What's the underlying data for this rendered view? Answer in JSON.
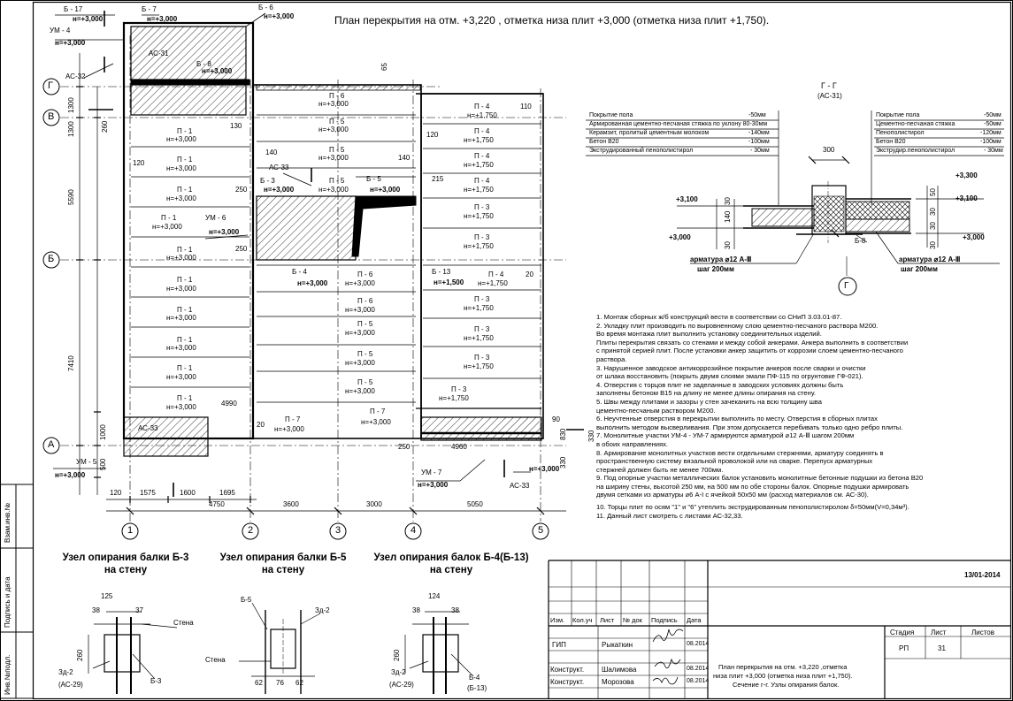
{
  "plan_title": "План перекрытия на отм. +3,220 , отметка низа плит +3,000 (отметка низа плит +1,750).",
  "axes": {
    "rows": [
      "Г",
      "В",
      "Б",
      "А"
    ],
    "cols": [
      "1",
      "2",
      "3",
      "4",
      "5"
    ]
  },
  "dims": {
    "left": [
      "1300",
      "260",
      "5590",
      "7410",
      "1000",
      "500"
    ],
    "bottom_top": [
      "120",
      "1575",
      "1600",
      "1695"
    ],
    "bottom": [
      "4750",
      "3600",
      "3000",
      "5050"
    ],
    "top_right": "65",
    "misc": [
      "250",
      "4960",
      "130",
      "120",
      "250",
      "250",
      "140",
      "140",
      "110",
      "120",
      "215",
      "20",
      "4990",
      "20",
      "90",
      "830",
      "330",
      "330",
      "1300"
    ]
  },
  "beams": {
    "b17": "Б - 17",
    "b7": "Б - 7",
    "b6": "Б - 6",
    "b8": "Б - 8",
    "b3": "Б - 3",
    "b5": "Б - 5",
    "b4": "Б - 4",
    "b13": "Б - 13",
    "um4": "УМ - 4",
    "um5": "УМ - 5",
    "um6": "УМ - 6",
    "um7": "УМ - 7",
    "as32": "АС-32",
    "as33a": "АС-33",
    "as33b": "АС-33",
    "as33c": "АС-33",
    "as31": "АС-31",
    "mark3000": "н=+3,000",
    "mark1750": "н=+1,750",
    "mark1500": "н=+1,500"
  },
  "slabs": {
    "p1": "П - 1",
    "p3": "П - 3",
    "p4": "П - 4",
    "p5": "П - 5",
    "p6": "П - 6",
    "p7": "П - 7"
  },
  "section": {
    "title": "Г - Г",
    "ref": "(АС-31)",
    "layers_left": [
      [
        "Покрытие пола",
        "-50мм"
      ],
      [
        "Армированная цементно-песчаная стяжка по уклону 80-30мм",
        ""
      ],
      [
        "Керамзит, пролитый цементным молоком",
        "-140мм"
      ],
      [
        "Бетон  В20",
        "-100мм"
      ],
      [
        "Экструдированный пенополистирол",
        "- 30мм"
      ]
    ],
    "layers_right": [
      [
        "Покрытие пола",
        "-50мм"
      ],
      [
        "Цементно-песчаная стяжка",
        "-50мм"
      ],
      [
        "Пенополистирол",
        "-120мм"
      ],
      [
        "Бетон  В20",
        "-100мм"
      ],
      [
        "Экструдир.пенополистирол",
        "- 30мм"
      ]
    ],
    "dim_300": "300",
    "marks": [
      "+3,100",
      "+3,000",
      "+3,300",
      "+3,100",
      "+3,000"
    ],
    "dims_small": [
      "30",
      "140",
      "30",
      "30",
      "50",
      "30",
      "30"
    ],
    "beam": "Б-8",
    "rebar": "арматура ⌀12 А-Ⅲ",
    "step": "шаг 200мм",
    "axis": "Г"
  },
  "notes": [
    "1. Монтаж сборных ж/б конструкций вести в соответствии со СНиП 3.03.01-87.",
    "2. Укладку плит производить по выровненному слою цементно-песчаного раствора М200.",
    "   Во время монтажа плит выполнить установку соединительных изделий.",
    "   Плиты перекрытия связать со стенами и между собой анкерами. Анкера выполнить в соответствии",
    "   с принятой серией плит.  После установки анкер защитить от коррозии слоем цементно-песчаного",
    "   раствора.",
    "3. Нарушенное заводское антикоррозийное покрытие анкеров после сварки и очистки",
    "   от шлака восстановить (покрыть двумя слоями эмали ПФ-115 по огрунтовке ГФ-021).",
    "4. Отверстия с торцов плит не заделанные в заводских условиях должны быть",
    "   заполнены бетоном В15 на длину не менее длины опирания на стену.",
    "5. Швы между плитами и зазоры у стен зачеканить на всю толщину шва",
    "   цементно-песчаным раствором М200.",
    "6. Неучтенные отверстия в перекрытии выполнить по месту. Отверстия в сборных плитах",
    "   выполнить методом высверливания. При этом допускается перебивать только одно ребро плиты.",
    "7. Монолитные участки УМ-4 - УМ-7  армируются арматурой ⌀12 А-Ⅲ шагом 200мм",
    "   в обоих направлениях.",
    "8. Армирование монолитных участков вести отдельными стержнями, арматуру соединять в",
    "   пространственную систему вязальной проволокой или на сварке. Перепуск арматурных",
    "   стержней должен быть не менее 700мм.",
    "9. Под опорные участки металлических балок установить монолитные бетонные подушки из бетона В20",
    "   на ширину стены, высотой 250 мм, на 500 мм по обе стороны балок. Опорные подушки армировать",
    "   двумя сетками из арматуры ⌀6 А-I с ячейкой 50х50 мм (расход материалов см. АС-30).",
    "10. Торцы плит по осям \"1\" и \"6\" утеплить экструдированным пенополистиролом δ=50мм(V=0,34м³).",
    "11. Данный лист смотреть с листами АС-32,33."
  ],
  "nodes": [
    {
      "title1": "Узел опирания балки  Б-3",
      "title2": "на стену",
      "dims": [
        "125",
        "38",
        "37",
        "260"
      ],
      "labels": [
        "Стена",
        "Зд-2",
        "(АС-29)",
        "Б-3"
      ]
    },
    {
      "title1": "Узел опирания балки  Б-5",
      "title2": "на стену",
      "dims": [
        "62",
        "76",
        "62"
      ],
      "labels": [
        "Б-5",
        "Зд-2",
        "Стена"
      ]
    },
    {
      "title1": "Узел опирания балок  Б-4(Б-13)",
      "title2": "на стену",
      "dims": [
        "124",
        "38",
        "38",
        "260"
      ],
      "labels": [
        "Зд-2",
        "(АС-29)",
        "Б-4",
        "(Б-13)"
      ]
    }
  ],
  "side_stamp": [
    "Взам.инв.№",
    "Подпись и дата",
    "Инв.№подл."
  ],
  "title_block": {
    "date": "13/01-2014",
    "headers": [
      "Изм.",
      "Кол.уч",
      "Лист",
      "№ док",
      "Подпись",
      "Дата"
    ],
    "rows": [
      [
        "ГИП",
        "Рыкаткин",
        "08.2014"
      ],
      [
        "Конструкт.",
        "Шалимова",
        "08.2014"
      ],
      [
        "Конструкт.",
        "Морозова",
        "08.2014"
      ]
    ],
    "stage_headers": [
      "Стадия",
      "Лист",
      "Листов"
    ],
    "stage": "РП",
    "sheet": "31",
    "sheets": "",
    "description": [
      "План перекрытия на отм. +3,220 ,отметка",
      "низа плит +3,000 (отметка низа плит +1,750).",
      "Сечение г-г. Узлы опирания балок."
    ]
  }
}
